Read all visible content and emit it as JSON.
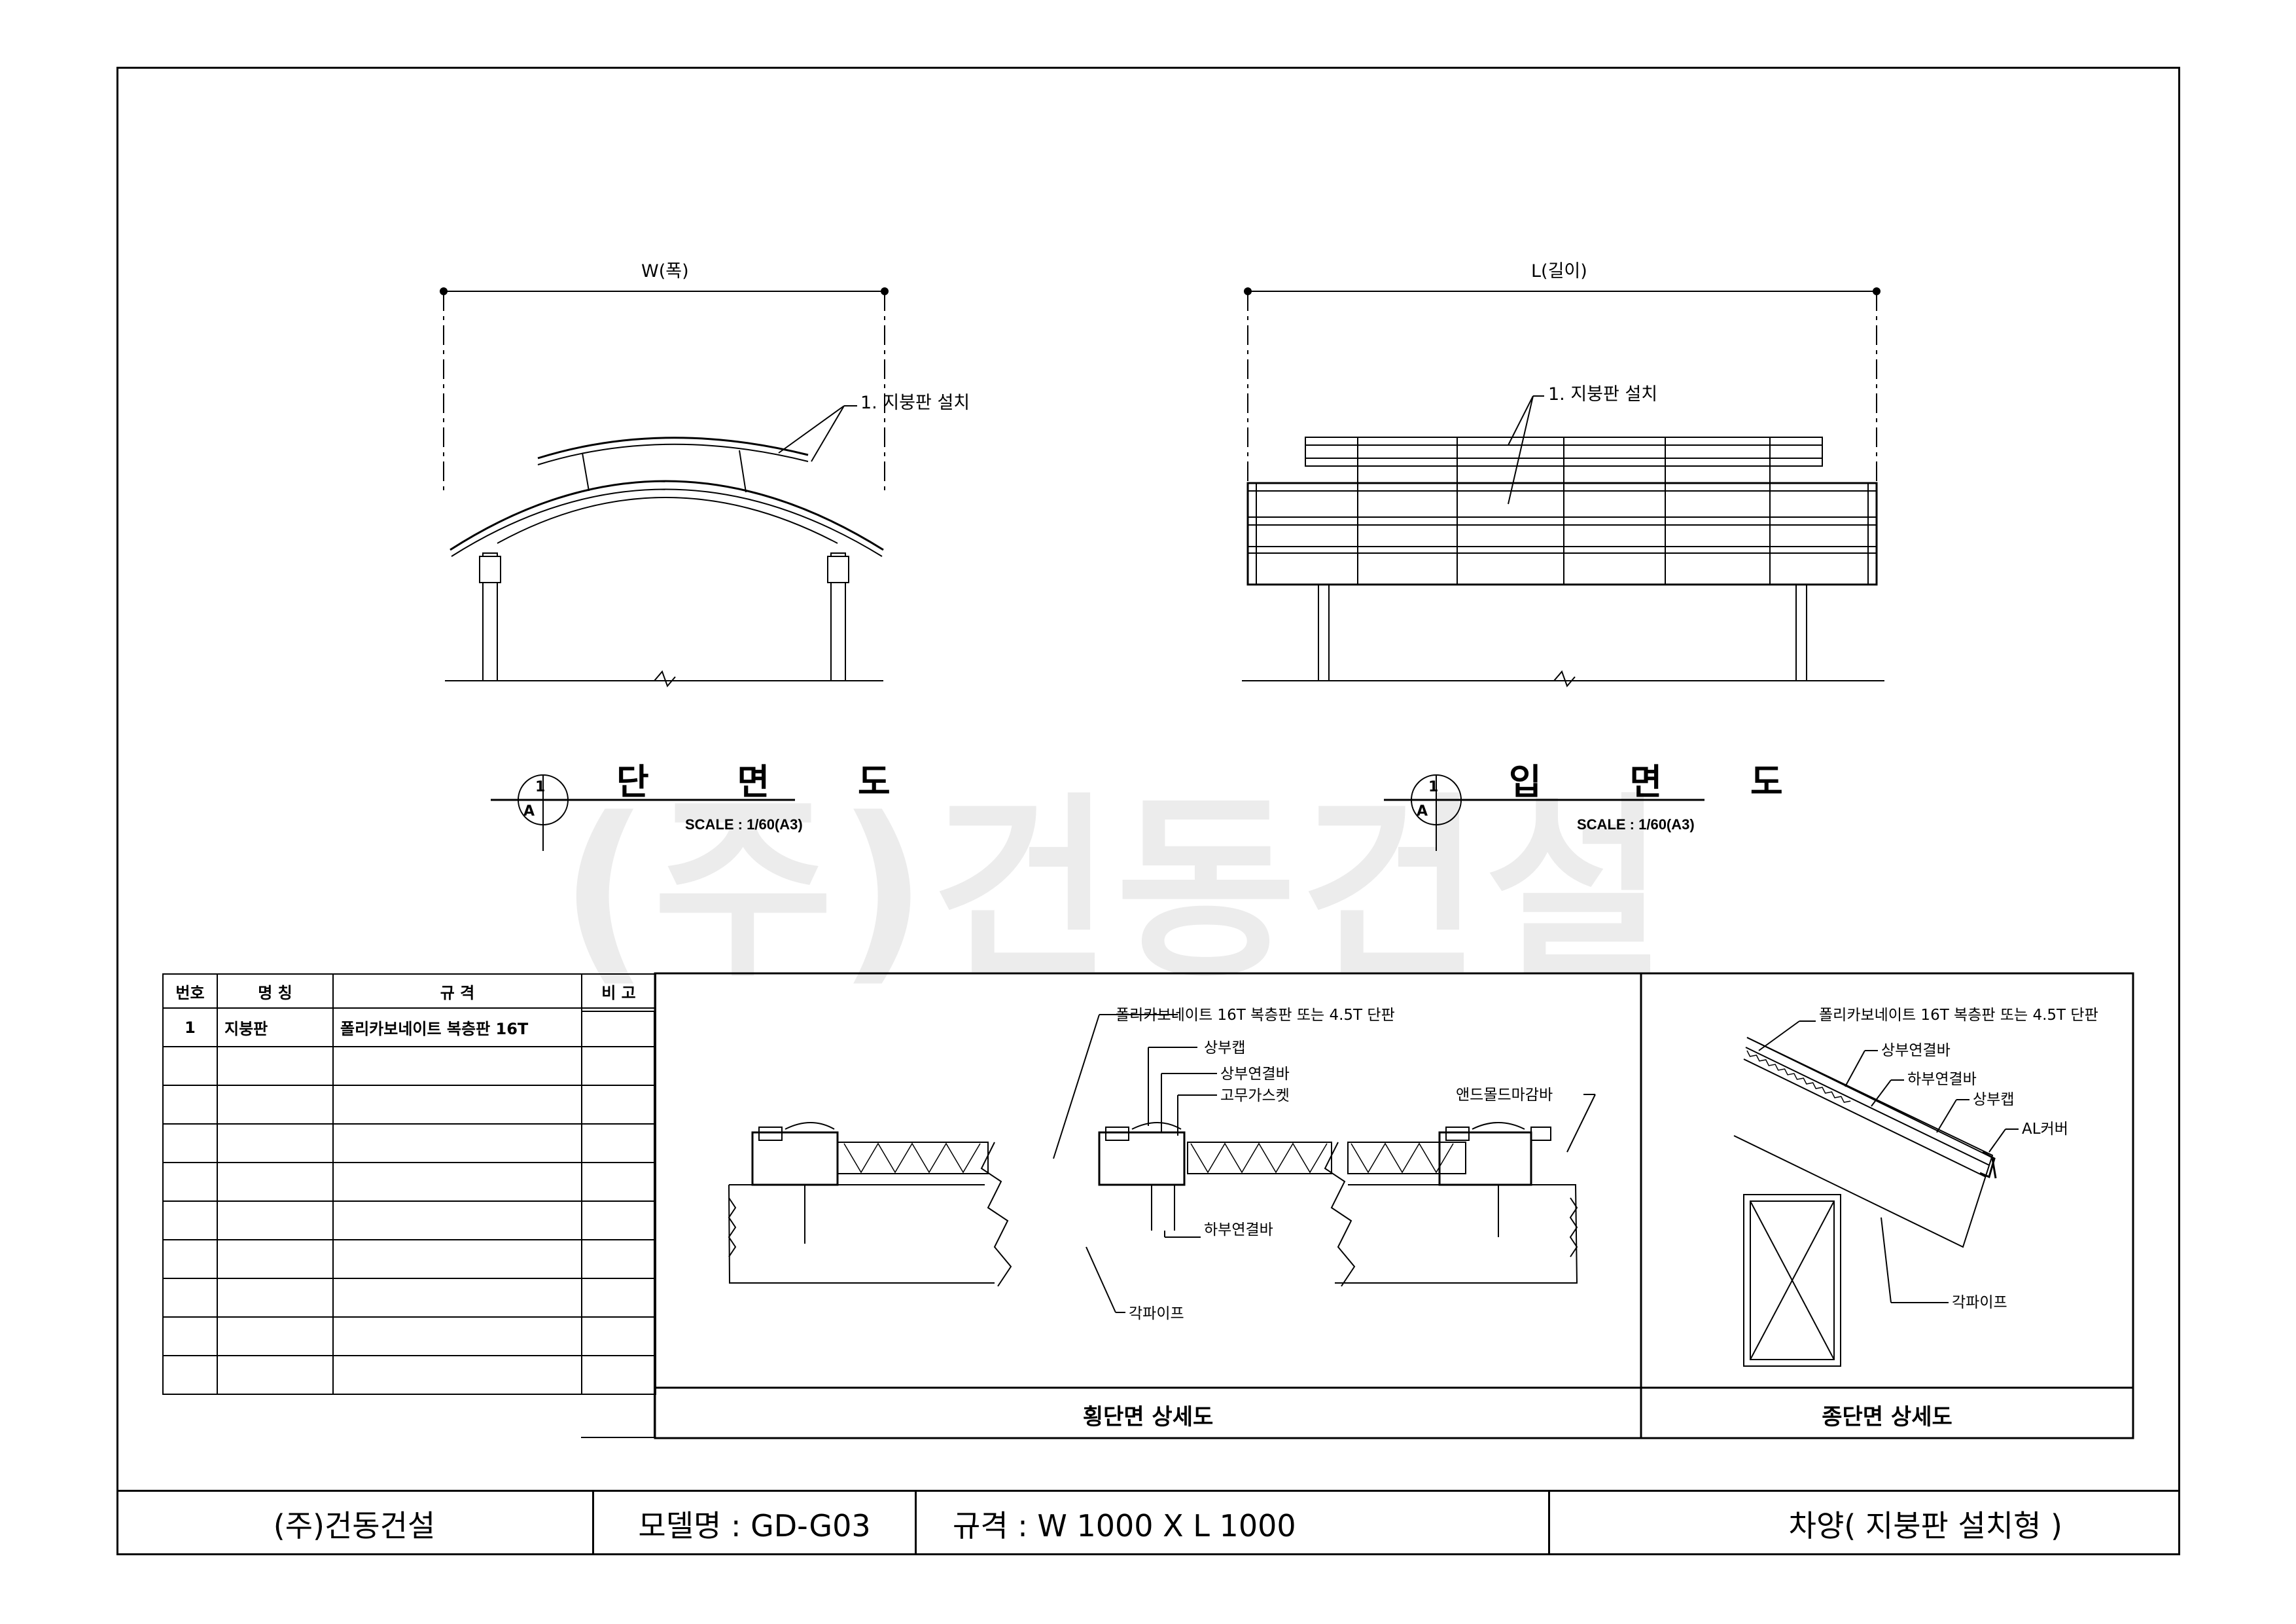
{
  "watermark": "(주)건동건설",
  "section_view": {
    "width_label": "W(폭)",
    "callout": "1. 지붕판 설치",
    "title": "단 면 도",
    "scale": "SCALE : 1/60(A3)",
    "bubble_top": "1",
    "bubble_bottom": "A"
  },
  "elevation_view": {
    "length_label": "L(길이)",
    "callout": "1. 지붕판 설치",
    "title": "입 면 도",
    "scale": "SCALE : 1/60(A3)",
    "bubble_top": "1",
    "bubble_bottom": "A"
  },
  "parts_table": {
    "headers": [
      "번호",
      "명 칭",
      "규 격",
      "비 고"
    ],
    "rows": [
      [
        "1",
        "지붕판",
        "폴리카보네이트 복층판 16T",
        ""
      ],
      [
        "",
        "",
        "",
        ""
      ],
      [
        "",
        "",
        "",
        ""
      ],
      [
        "",
        "",
        "",
        ""
      ],
      [
        "",
        "",
        "",
        ""
      ],
      [
        "",
        "",
        "",
        ""
      ],
      [
        "",
        "",
        "",
        ""
      ],
      [
        "",
        "",
        "",
        ""
      ],
      [
        "",
        "",
        "",
        ""
      ],
      [
        "",
        "",
        "",
        ""
      ]
    ]
  },
  "cross_detail": {
    "title": "횡단면 상세도",
    "labels": {
      "panel": "폴리카보네이트 16T 복층판 또는 4.5T 단판",
      "top_cap": "상부캡",
      "top_bar": "상부연결바",
      "gasket": "고무가스켓",
      "end_mold": "앤드몰드마감바",
      "bottom_bar": "하부연결바",
      "pipe": "각파이프"
    }
  },
  "long_detail": {
    "title": "종단면 상세도",
    "labels": {
      "panel": "폴리카보네이트 16T 복층판 또는 4.5T 단판",
      "top_bar": "상부연결바",
      "bottom_bar": "하부연결바",
      "top_cap": "상부캡",
      "al_cover": "AL커버",
      "pipe": "각파이프"
    }
  },
  "footer": {
    "company": "(주)건동건설",
    "model": "모델명 : GD-G03",
    "spec": "규격 : W 1000 X L 1000",
    "product": "차양( 지붕판 설치형 )"
  }
}
